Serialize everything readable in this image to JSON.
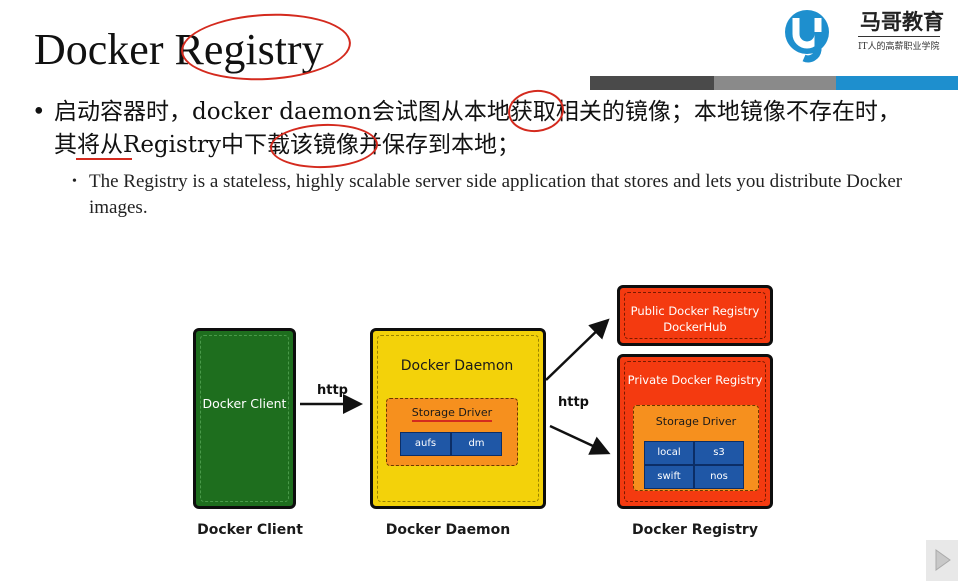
{
  "slide": {
    "title": "Docker Registry",
    "logo": {
      "name": "马哥教育",
      "tagline": "IT人的高薪职业学院"
    },
    "bullets": [
      "启动容器时，docker daemon会试图从本地获取相关的镜像；本地镜像不存在时，其将从Registry中下载该镜像并保存到本地；"
    ],
    "sub_bullets": [
      "The Registry is a stateless, highly scalable server side application that stores and lets you distribute Docker images."
    ]
  },
  "diagram": {
    "client_box": "Docker Client",
    "daemon_box": "Docker Daemon",
    "storage_driver": "Storage Driver",
    "daemon_drivers": [
      "aufs",
      "dm"
    ],
    "public_registry": [
      "Public Docker Registry",
      "DockerHub"
    ],
    "private_registry": "Private Docker Registry",
    "private_storage": "Storage Driver",
    "private_drivers": [
      "local",
      "s3",
      "swift",
      "nos"
    ],
    "http_left": "http",
    "http_right": "http",
    "captions": [
      "Docker Client",
      "Docker Daemon",
      "Docker Registry"
    ]
  },
  "colors": {
    "client": "#1e6e1e",
    "daemon": "#f3d20a",
    "registry": "#f43a10",
    "storage": "#f6901e",
    "driver_cell": "#1f57a6",
    "annotation": "#d42a1e"
  }
}
